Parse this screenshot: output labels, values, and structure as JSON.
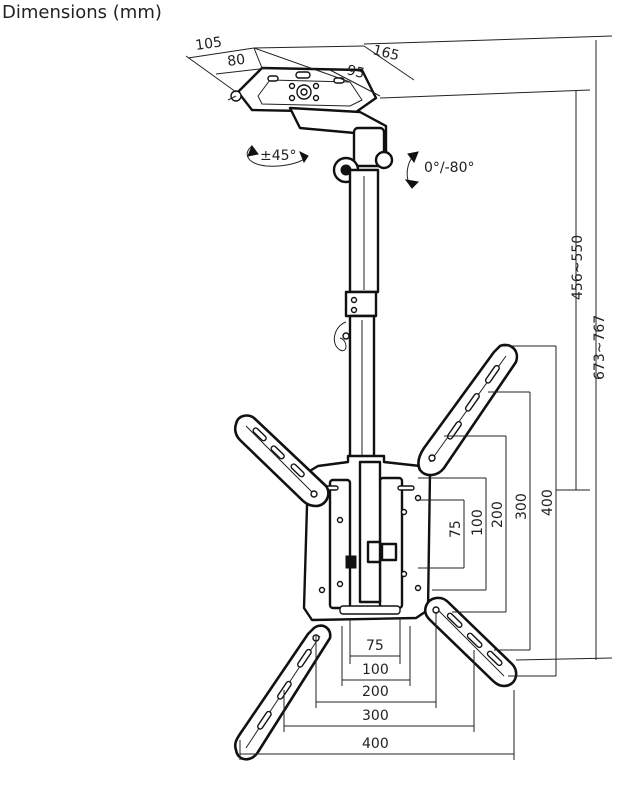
{
  "title": "Dimensions (mm)",
  "dims": {
    "top_105": "105",
    "top_80": "80",
    "top_95": "95",
    "top_165": "165",
    "rot_swivel": "±45°",
    "rot_tilt": "0°/-80°",
    "v_456": "456~550",
    "v_673": "673~767",
    "v_400": "400",
    "v_300": "300",
    "v_200": "200",
    "v_100": "100",
    "v_75": "75",
    "h_75": "75",
    "h_100": "100",
    "h_200": "200",
    "h_300": "300",
    "h_400": "400"
  },
  "colors": {
    "line": "#222222",
    "background": "#ffffff"
  }
}
